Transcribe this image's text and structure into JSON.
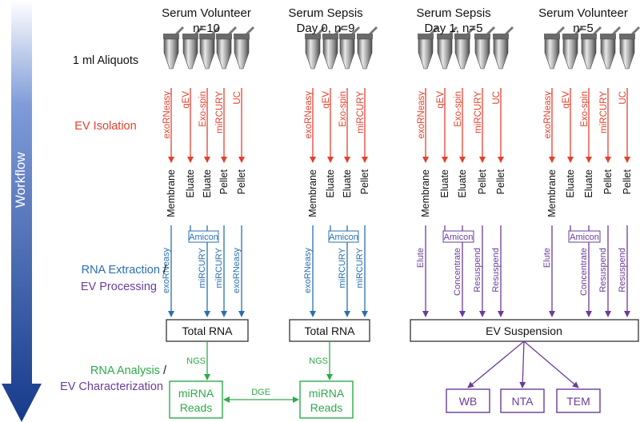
{
  "workflow_label": "Workflow",
  "colors": {
    "isolation": "#e2412f",
    "rna": "#2a6fb0",
    "processing": "#6a3d9a",
    "analysis": "#2eaa4a",
    "arrow_dark": "#1d3f8c",
    "arrow_light": "#6f8ed3"
  },
  "stages": {
    "aliquots": "1 ml Aliquots",
    "isolation": "EV Isolation",
    "rna_extraction": "RNA Extraction",
    "ev_processing": "EV Processing",
    "slash": "/",
    "rna_analysis": "RNA Analysis",
    "ev_characterization": "EV Characterization"
  },
  "groups": [
    {
      "title_line1": "Serum Volunteer",
      "title_line2": "n=10",
      "isolation": [
        "exoRNeasy",
        "qEV",
        "Exo-spin",
        "miRCURY",
        "UC"
      ],
      "fractions": [
        "Membrane",
        "Eluate",
        "Eluate",
        "Pellet",
        "Pellet"
      ],
      "amicon": "Amicon",
      "extraction": [
        "exoRNeasy",
        "miRCURY",
        "miRCURY",
        "exoRNeasy"
      ],
      "output": "Total RNA",
      "ngs": "NGS",
      "reads_line1": "miRNA",
      "reads_line2": "Reads"
    },
    {
      "title_line1": "Serum Sepsis",
      "title_line2": "Day 0, n=9",
      "isolation": [
        "exoRNeasy",
        "qEV",
        "Exo-spin",
        "miRCURY"
      ],
      "fractions": [
        "Membrane",
        "Eluate",
        "Eluate",
        "Pellet"
      ],
      "amicon": "Amicon",
      "extraction": [
        "exoRNeasy",
        "miRCURY",
        "miRCURY"
      ],
      "output": "Total RNA",
      "ngs": "NGS",
      "reads_line1": "miRNA",
      "reads_line2": "Reads"
    },
    {
      "title_line1": "Serum Sepsis",
      "title_line2": "Day 1, n=5",
      "isolation": [
        "exoRNeasy",
        "qEV",
        "Exo-spin",
        "miRCURY",
        "UC"
      ],
      "fractions": [
        "Membrane",
        "Eluate",
        "Eluate",
        "Pellet",
        "Pellet"
      ],
      "amicon": "Amicon",
      "processing": [
        "Elute",
        "Concentrate",
        "Resuspend",
        "Resuspend"
      ]
    },
    {
      "title_line1": "Serum Volunteer",
      "title_line2": "n=5",
      "isolation": [
        "exoRNeasy",
        "qEV",
        "Exo-spin",
        "miRCURY",
        "UC"
      ],
      "fractions": [
        "Membrane",
        "Eluate",
        "Eluate",
        "Pellet",
        "Pellet"
      ],
      "amicon": "Amicon",
      "processing": [
        "Elute",
        "Concentrate",
        "Resuspend",
        "Resuspend"
      ]
    }
  ],
  "ev_suspension": "EV Suspension",
  "dge": "DGE",
  "characterization": [
    "WB",
    "NTA",
    "TEM"
  ]
}
